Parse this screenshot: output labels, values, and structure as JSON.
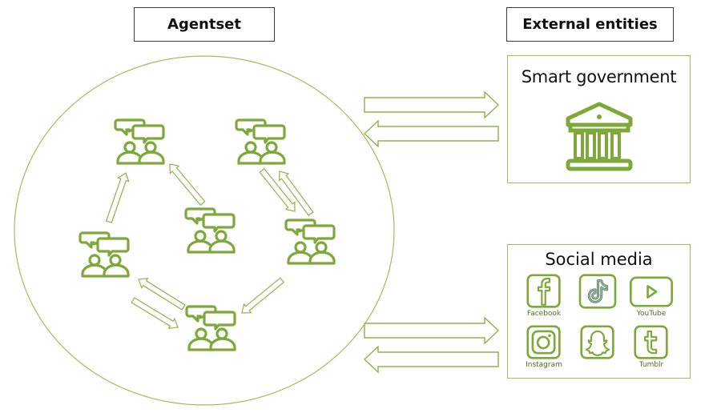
{
  "headers": {
    "agentset": "Agentset",
    "external_entities": "External entities"
  },
  "agentset": {
    "agents": [
      {
        "id": "agent-1",
        "icon": "people-chat-icon"
      },
      {
        "id": "agent-2",
        "icon": "people-chat-icon"
      },
      {
        "id": "agent-3",
        "icon": "people-chat-icon"
      },
      {
        "id": "agent-4",
        "icon": "people-chat-icon"
      },
      {
        "id": "agent-5",
        "icon": "people-chat-icon"
      },
      {
        "id": "agent-6",
        "icon": "people-chat-icon"
      }
    ],
    "interactions": [
      {
        "from": "agent-5",
        "to": "agent-1"
      },
      {
        "from": "agent-3",
        "to": "agent-1"
      },
      {
        "from": "agent-2",
        "to": "agent-4"
      },
      {
        "from": "agent-4",
        "to": "agent-2"
      },
      {
        "from": "agent-4",
        "to": "agent-6"
      },
      {
        "from": "agent-6",
        "to": "agent-5"
      },
      {
        "from": "agent-5",
        "to": "agent-6"
      }
    ]
  },
  "external_entities": {
    "smart_government": {
      "title": "Smart government",
      "icon": "government-building-icon"
    },
    "social_media": {
      "title": "Social media",
      "platforms": [
        {
          "name": "Facebook",
          "icon": "facebook-icon"
        },
        {
          "icon": "tiktok-icon"
        },
        {
          "name": "YouTube",
          "icon": "youtube-icon"
        },
        {
          "name": "Instagram",
          "icon": "instagram-icon"
        },
        {
          "icon": "snapchat-icon"
        },
        {
          "name": "Tumblr",
          "icon": "tumblr-icon"
        }
      ]
    }
  },
  "flows": [
    {
      "between": "agentset",
      "and": "smart_government",
      "direction": "to-entity"
    },
    {
      "between": "agentset",
      "and": "smart_government",
      "direction": "to-agentset"
    },
    {
      "between": "agentset",
      "and": "social_media",
      "direction": "to-entity"
    },
    {
      "between": "agentset",
      "and": "social_media",
      "direction": "to-agentset"
    }
  ],
  "colors": {
    "accent_green": "#7ea83a",
    "outline_green": "#9dbf5c",
    "tiktok_outline": "#5b7da0",
    "text": "#111111",
    "box_border": "#3a3a3a"
  }
}
